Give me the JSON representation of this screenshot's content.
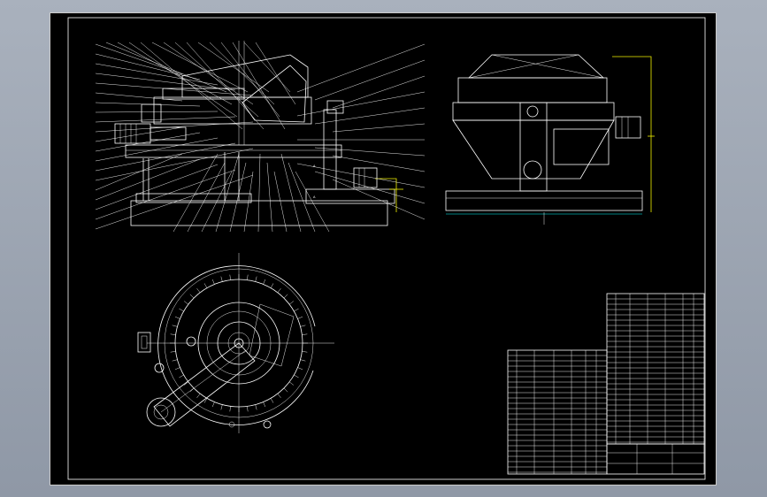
{
  "colors": {
    "viewport_bg": "#9aa3b0",
    "sheet_bg": "#000000",
    "line": "#ffffff",
    "dimension": "#f2f200",
    "accent": "#00ffff"
  },
  "drawing": {
    "views": [
      "front-section-view",
      "side-view",
      "top-view"
    ],
    "section_marks": [
      "A",
      "A"
    ],
    "title_block": {
      "title_line1": "",
      "title_line2": "",
      "drawing_no": "",
      "scale": "",
      "sheet": ""
    }
  }
}
